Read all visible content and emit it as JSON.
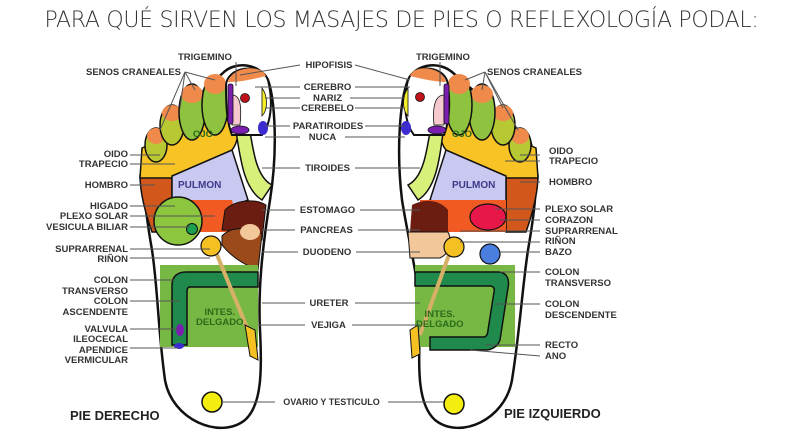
{
  "title": "PARA QUÉ SIRVEN LOS MASAJES DE PIES O REFLEXOLOGÍA PODAL:",
  "feet": {
    "right": {
      "label": "PIE DERECHO"
    },
    "left": {
      "label": "PIE IZQUIERDO"
    }
  },
  "inner_labels": {
    "ojo_right": "OJO",
    "ojo_left": "OJO",
    "pulmon_right": "PULMON",
    "pulmon_left": "PULMON",
    "intes_right": "INTES.\nDELGADO",
    "intes_left": "INTES.\nDELGADO"
  },
  "labels_right_foot": {
    "trigemino": "TRIGEMINO",
    "senos_craneales": "SENOS CRANEALES",
    "oido": "OIDO",
    "trapecio": "TRAPECIO",
    "hombro": "HOMBRO",
    "higado": "HIGADO",
    "plexo_solar": "PLEXO SOLAR",
    "vesicula_biliar": "VESICULA BILIAR",
    "suprarrenal": "SUPRARRENAL",
    "rinon": "RIÑON",
    "colon_transverso_1": "COLON",
    "colon_transverso_2": "TRANSVERSO",
    "colon_ascendente_1": "COLON",
    "colon_ascendente_2": "ASCENDENTE",
    "valvula_1": "VALVULA",
    "valvula_2": "ILEOCECAL",
    "apendice_1": "APENDICE",
    "apendice_2": "VERMICULAR"
  },
  "labels_center": {
    "hipofisis": "HIPOFISIS",
    "cerebro": "CEREBRO",
    "nariz": "NARIZ",
    "cerebelo": "CEREBELO",
    "paratiroides": "PARATIROIDES",
    "nuca": "NUCA",
    "tiroides": "TIROIDES",
    "estomago": "ESTOMAGO",
    "pancreas": "PANCREAS",
    "duodeno": "DUODENO",
    "ureter": "URETER",
    "vejiga": "VEJIGA",
    "ovario": "OVARIO Y TESTICULO"
  },
  "labels_left_foot": {
    "trigemino": "TRIGEMINO",
    "senos_craneales": "SENOS CRANEALES",
    "oido": "OIDO",
    "trapecio": "TRAPECIO",
    "hombro": "HOMBRO",
    "plexo_solar": "PLEXO SOLAR",
    "corazon": "CORAZON",
    "suprarrenal": "SUPRARRENAL",
    "rinon": "RIÑON",
    "bazo": "BAZO",
    "colon_transverso_1": "COLON",
    "colon_transverso_2": "TRANSVERSO",
    "colon_descendente_1": "COLON",
    "colon_descendente_2": "DESCENDENTE",
    "recto": "RECTO",
    "ano": "ANO"
  },
  "colors": {
    "toe_tip": "#f08a4b",
    "toe_green": "#8fc23f",
    "toe_yellowgreen": "#b8c832",
    "trapecio": "#f7c325",
    "hombro": "#d2571a",
    "pulmon": "#c9c8f0",
    "tiroides": "#d6f07a",
    "higado": "#8cc63e",
    "estomago": "#6b1d12",
    "pancreas": "#9a4a1b",
    "duodeno": "#f2c79a",
    "plexo": "#f15a22",
    "corazon": "#e8174a",
    "bazo": "#4a7fe0",
    "rinon": "#f5c022",
    "intestino": "#77b844",
    "colon": "#1f8a4c",
    "purple": "#7a1fb0",
    "hipofisis_dot": "#c1121b",
    "cerebro_yellow": "#f5ef2a",
    "paratiroides_blue": "#3b2bd0",
    "nariz_pink": "#f6c9cf",
    "ovario": "#f4ee10"
  }
}
